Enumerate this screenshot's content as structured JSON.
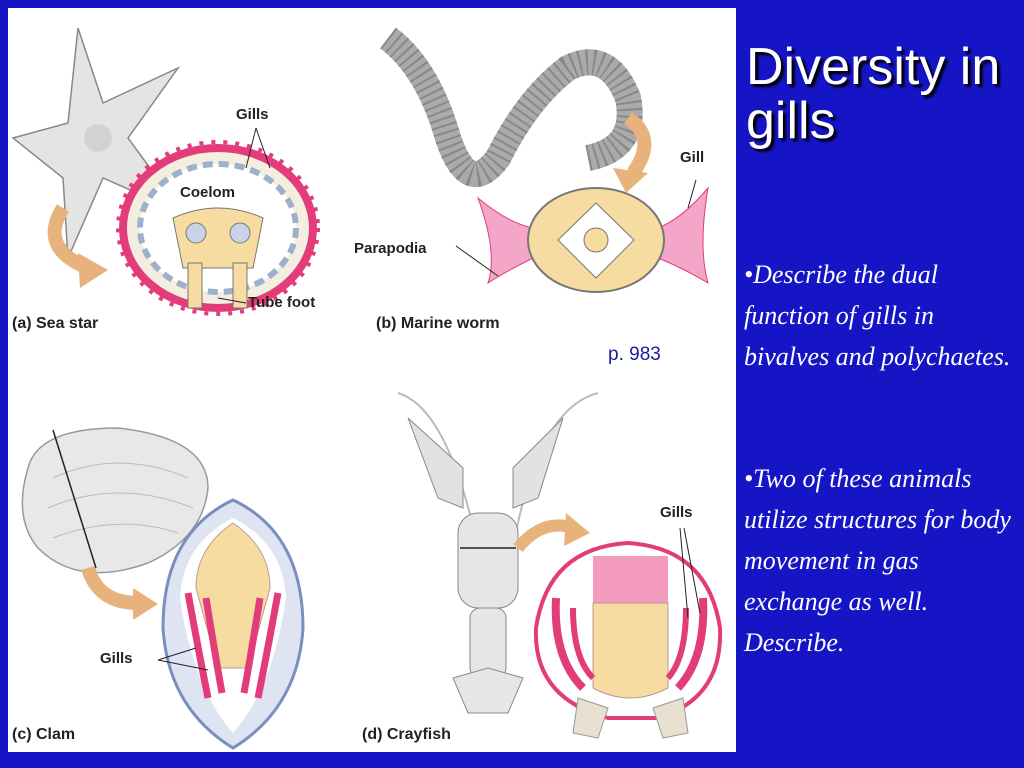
{
  "slide": {
    "title": "Diversity in gills",
    "bullets": [
      "•Describe the dual function of gills in bivalves and polychaetes.",
      "•Two of these animals utilize structures for body movement in gas exchange as well. Describe."
    ],
    "page_reference": "p. 983"
  },
  "figure": {
    "panels": [
      {
        "label": "(a) Sea star",
        "callouts": [
          "Gills",
          "Coelom",
          "Tube foot"
        ]
      },
      {
        "label": "(b) Marine worm",
        "callouts": [
          "Gill",
          "Parapodia"
        ]
      },
      {
        "label": "(c) Clam",
        "callouts": [
          "Gills"
        ]
      },
      {
        "label": "(d) Crayfish",
        "callouts": [
          "Gills"
        ]
      }
    ]
  },
  "colors": {
    "background": "#1515c6",
    "gill_pink": "#e23c7a",
    "tissue_cream": "#f6dca0",
    "arrow_tan": "#e8b27c",
    "cavity_blue": "#c9d3e6"
  }
}
